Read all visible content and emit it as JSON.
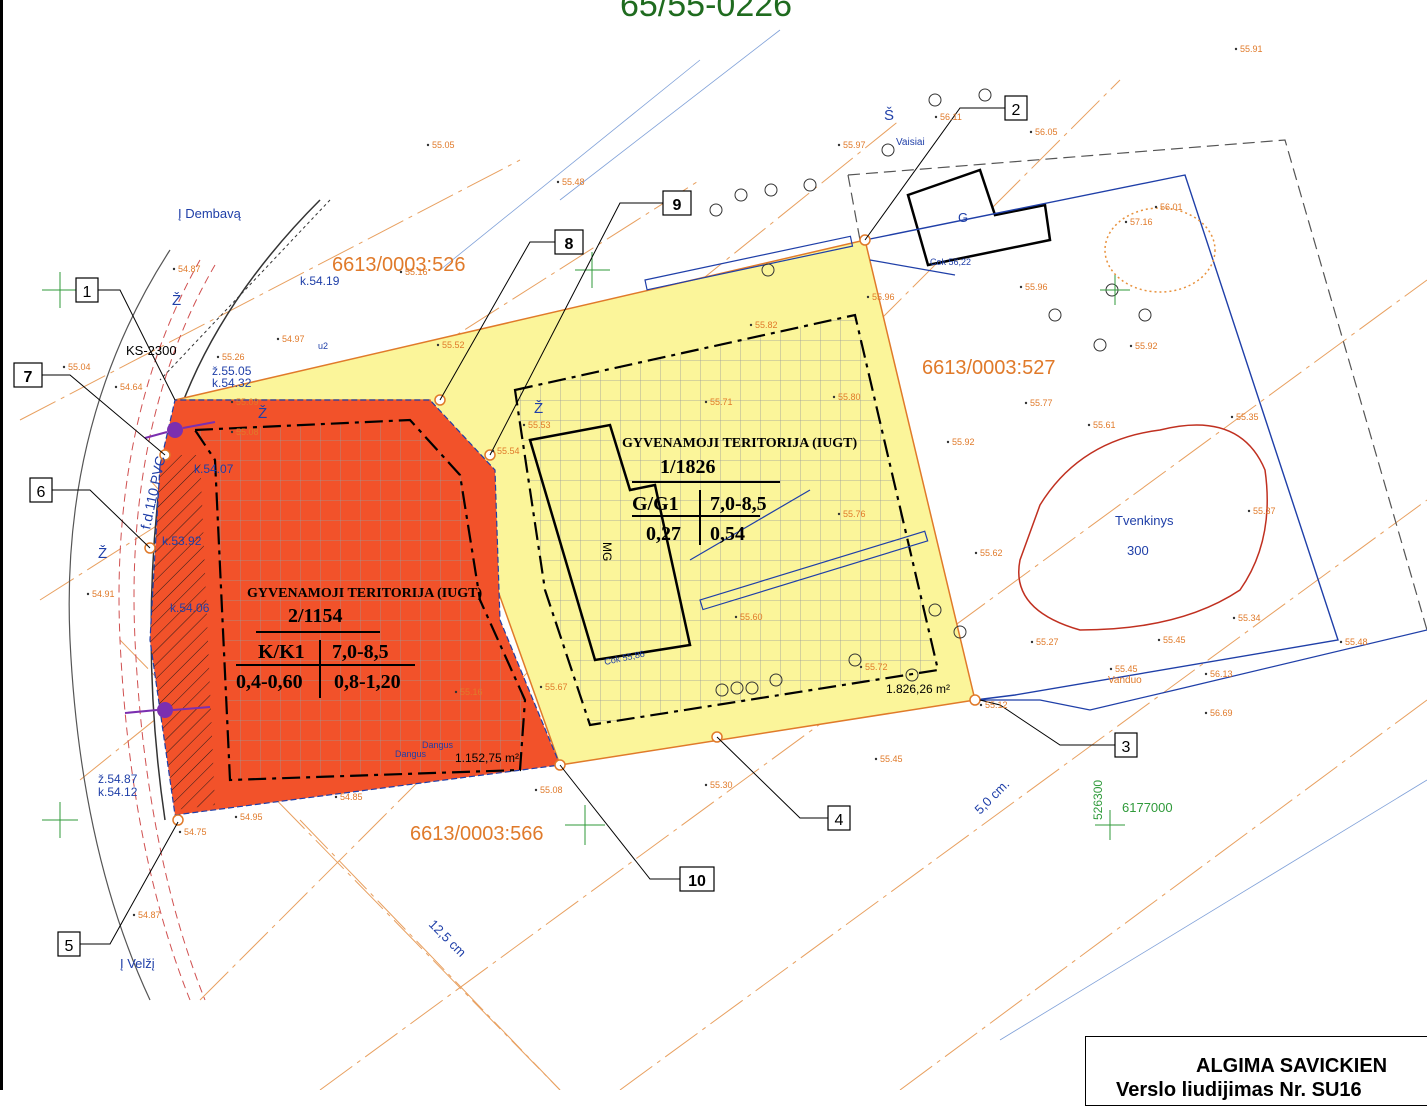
{
  "sheet": {
    "title": "65/55-0226"
  },
  "title_block": {
    "name": "ALGIMA SAVICKIEN",
    "certificate": "Verslo liudijimas Nr. SU16"
  },
  "directions": {
    "dembava": "Į Dembavą",
    "velziai": "Į Velžį"
  },
  "parcels": {
    "neighbor_north": "6613/0003:526",
    "neighbor_east": "6613/0003:527",
    "neighbor_south": "6613/0003:566"
  },
  "zones": {
    "zone1": {
      "title": "GYVENAMOJI TERITORIJA (IUGT)",
      "number": "1/1826",
      "code": "G/G1",
      "height": "7,0-8,5",
      "density": "0,27",
      "intensity": "0,54",
      "area": "1.826,26 m²"
    },
    "zone2": {
      "title": "GYVENAMOJI TERITORIJA (IUGT)",
      "number": "2/1154",
      "code": "K/K1",
      "height": "7,0-8,5",
      "density": "0,4-0,60",
      "intensity": "0,8-1,20",
      "area": "1.152,75 m²"
    }
  },
  "callouts": [
    "1",
    "2",
    "3",
    "4",
    "5",
    "6",
    "7",
    "8",
    "9",
    "10"
  ],
  "labels": {
    "pond": "Tvenkinys",
    "pond_value": "300",
    "building_g": "G",
    "building_mg": "MG",
    "orchard": "Vaisiai",
    "water": "Vanduo",
    "cover1": "Dangus",
    "cover2": "Dangus",
    "pipe": "f.d.110 PVC",
    "ks": "KS-2300",
    "sc": "Š",
    "u2": "u2",
    "zh1": "Ž",
    "zh2": "Ž",
    "zh3": "Ž",
    "zh4": "Ž",
    "coord_x": "526300",
    "coord_y": "6177000",
    "scale1": "5,0 cm.",
    "scale2": "12,5 cm",
    "cok1": "Cok 56,22",
    "cok2": "Cok 55,86"
  },
  "elevations": [
    "55.05",
    "55.48",
    "54.87",
    "55.16",
    "54.97",
    "55.26",
    "54.64",
    "55.04",
    "55.09",
    "55.08",
    "55.52",
    "55.82",
    "55.71",
    "55.80",
    "55.76",
    "55.60",
    "55.67",
    "55.72",
    "55.16",
    "55.08",
    "55.30",
    "55.45",
    "54.85",
    "54.95",
    "54.75",
    "54.91",
    "54.87",
    "55.97",
    "56.11",
    "56.05",
    "55.96",
    "55.96",
    "55.91",
    "56.01",
    "57.16",
    "55.92",
    "55.77",
    "55.61",
    "55.35",
    "55.37",
    "55.92",
    "55.62",
    "55.27",
    "55.45",
    "55.45",
    "55.34",
    "55.48",
    "56.13",
    "56.69",
    "55.12",
    "55.54",
    "55.53"
  ],
  "k_values": {
    "k1": "k.54.19",
    "k2": "ž.55.05",
    "k3": "k.54.32",
    "k4": "k.54.07",
    "k5": "k.53.92",
    "k6": "k.54.06",
    "k7": "ž.54.87",
    "k8": "k.54.12"
  },
  "colors": {
    "yellow_zone": "#fbf59a",
    "red_zone": "#f2522a",
    "contour": "#e8913c",
    "blue_line": "#1f3fa8",
    "parcel_label": "#e07a2a",
    "title_green": "#1f6b1f"
  }
}
